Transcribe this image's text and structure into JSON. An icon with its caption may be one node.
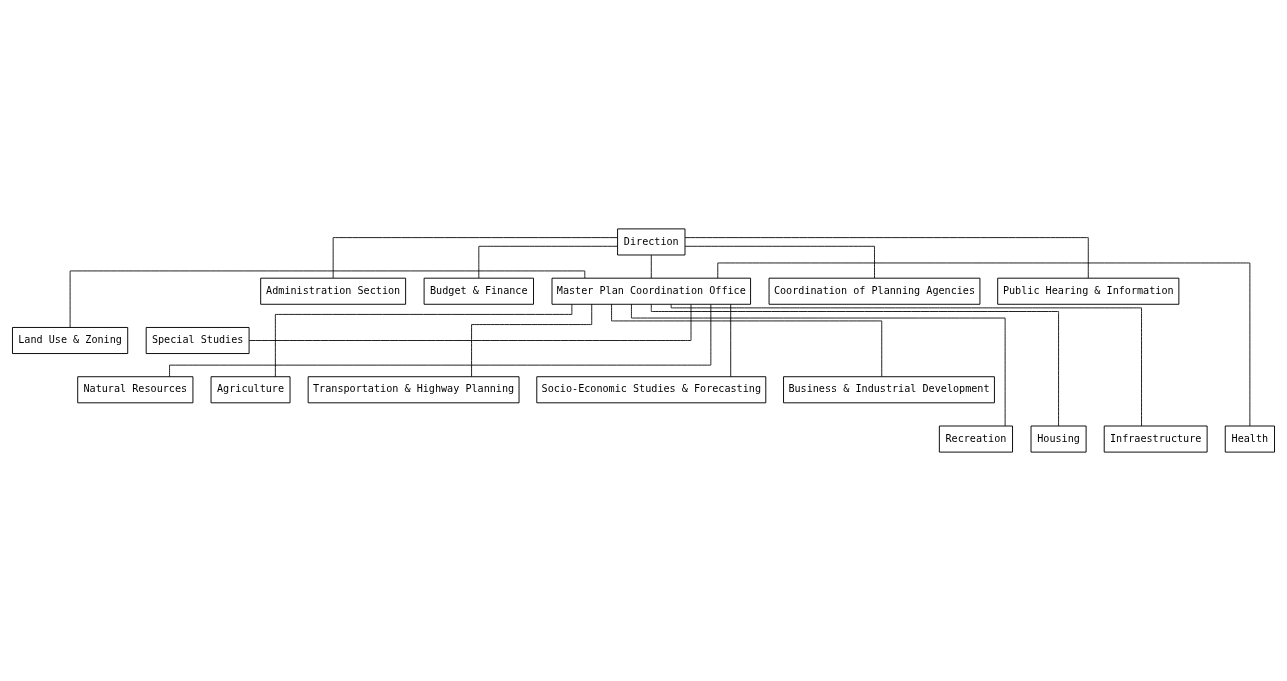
{
  "diagram": {
    "nodes": [
      {
        "text": [
          "Direction"
        ]
      },
      {
        "text": [
          "Administration Section"
        ]
      },
      {
        "text": [
          "Budget & Finance"
        ]
      },
      {
        "text": [
          "Master Plan Coordination Office"
        ]
      },
      {
        "text": [
          "Coordination of Planning Agencies"
        ]
      },
      {
        "text": [
          "Public Hearing & Information"
        ]
      },
      {
        "text": [
          "Land Use & Zoning"
        ]
      },
      {
        "text": [
          "Special Studies"
        ]
      },
      {
        "text": [
          "Natural Resources"
        ]
      },
      {
        "text": [
          "Agriculture"
        ]
      },
      {
        "text": [
          "Transportation & Highway Planning"
        ]
      },
      {
        "text": [
          "Socio-Economic Studies & Forecasting"
        ]
      },
      {
        "text": [
          "Business & Industrial Development"
        ]
      },
      {
        "text": [
          "Recreation"
        ]
      },
      {
        "text": [
          "Housing"
        ]
      },
      {
        "text": [
          "Infraestructure"
        ]
      },
      {
        "text": [
          "Health"
        ]
      }
    ],
    "edges": [
      {
        "from": 0,
        "to": 1,
        "arrow": "none"
      },
      {
        "from": 0,
        "to": 2,
        "arrow": "none"
      },
      {
        "from": 0,
        "to": 3,
        "arrow": "none"
      },
      {
        "from": 0,
        "to": 4,
        "arrow": "none"
      },
      {
        "from": 0,
        "to": 5,
        "arrow": "none"
      },
      {
        "from": 3,
        "to": 6,
        "arrow": "none"
      },
      {
        "from": 3,
        "to": 7,
        "arrow": "none"
      },
      {
        "from": 3,
        "to": 8,
        "arrow": "none"
      },
      {
        "from": 3,
        "to": 9,
        "arrow": "none"
      },
      {
        "from": 3,
        "to": 10,
        "arrow": "none"
      },
      {
        "from": 3,
        "to": 11,
        "arrow": "none"
      },
      {
        "from": 3,
        "to": 12,
        "arrow": "none"
      },
      {
        "from": 3,
        "to": 13,
        "arrow": "none"
      },
      {
        "from": 3,
        "to": 14,
        "arrow": "none"
      },
      {
        "from": 3,
        "to": 15,
        "arrow": "none"
      },
      {
        "from": 3,
        "to": 16,
        "arrow": "none"
      }
    ]
  }
}
